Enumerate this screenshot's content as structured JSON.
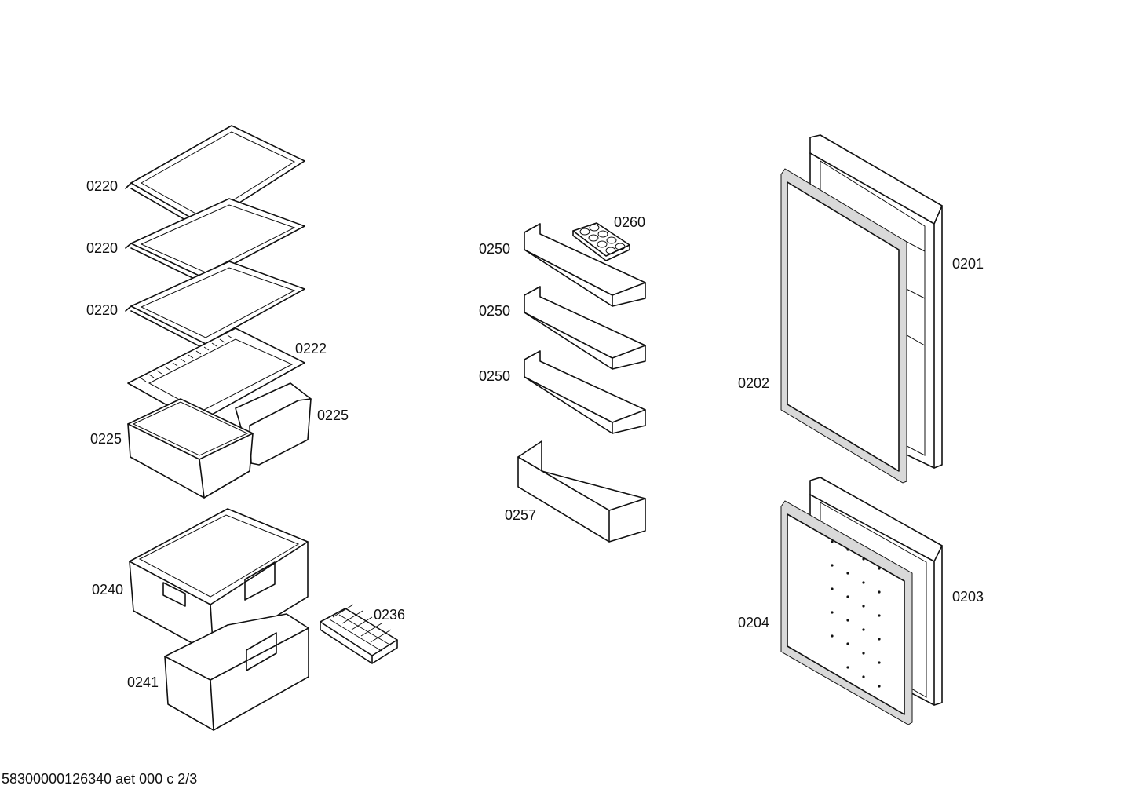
{
  "labels": {
    "shelf_top": "0220",
    "shelf_mid": "0220",
    "shelf_low": "0220",
    "crisper_cover": "0222",
    "crisper_left": "0225",
    "crisper_right": "0225",
    "drawer_upper": "0240",
    "drawer_lower": "0241",
    "ice_tray": "0236",
    "egg_tray": "0260",
    "door_shelf_1": "0250",
    "door_shelf_2": "0250",
    "door_shelf_3": "0250",
    "bottle_shelf": "0257",
    "fridge_door": "0201",
    "fridge_gasket": "0202",
    "freezer_door": "0203",
    "freezer_gasket": "0204"
  },
  "footer": "58300000126340 aet 000 c 2/3"
}
